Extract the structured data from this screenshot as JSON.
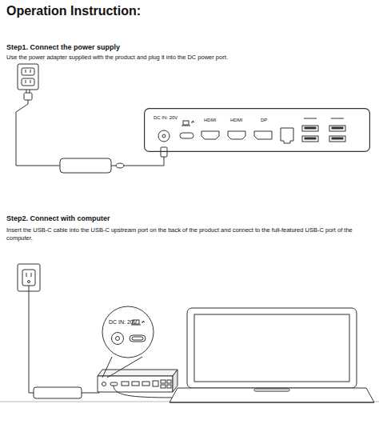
{
  "diagram": {
    "title": "Operation Instruction:",
    "nodes": [
      {
        "text": [
          "DC IN: 20V",
          "HDMI",
          "HDMI",
          "DP"
        ]
      },
      {
        "text": [
          "DC IN: 20V"
        ]
      }
    ],
    "labels": [
      "Step1. Connect the power supply",
      "Use the power adapter supplied with the product and plug it into the DC power port.",
      "Step2. Connect with computer",
      "Insert the USB-C cable into the USB-C upstream port on the back of the product and connect to the full-featured USB-C port of the computer."
    ]
  }
}
